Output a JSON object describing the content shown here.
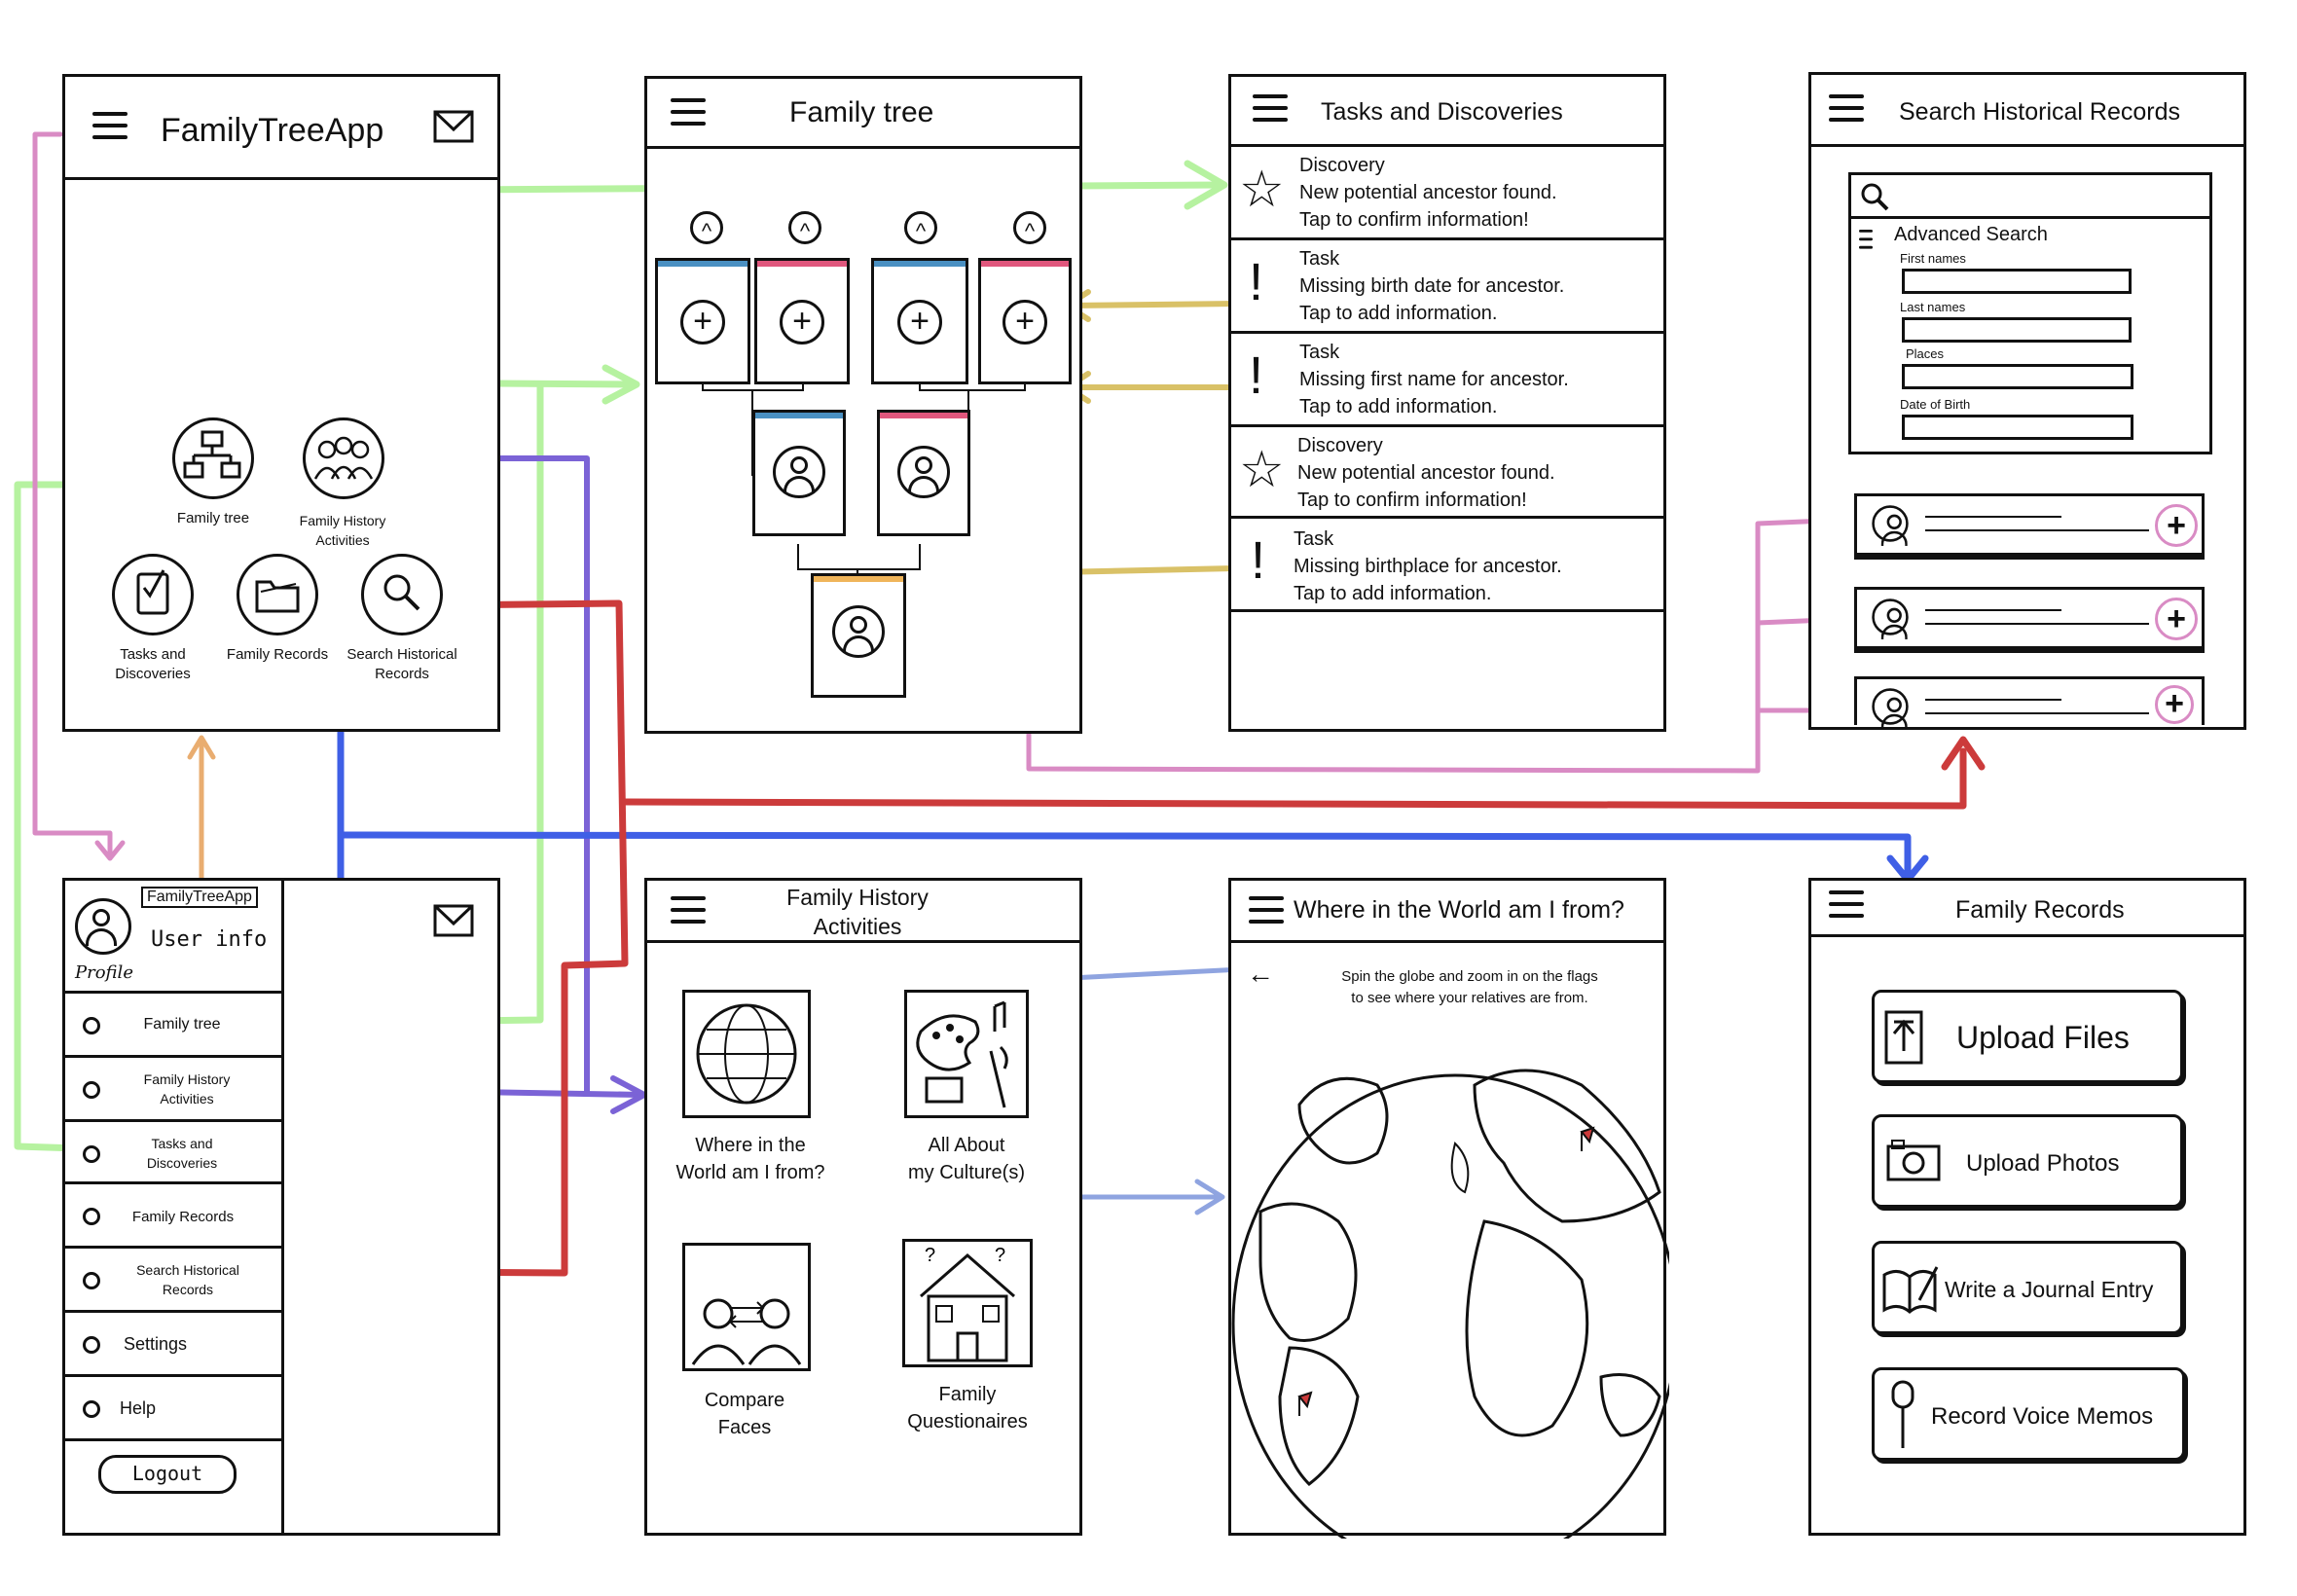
{
  "colors": {
    "green": "#b6f2a0",
    "purple": "#7b63d6",
    "blue": "#3f5fe6",
    "red": "#cc3b3b",
    "pink": "#d98bc4",
    "gold": "#d9c167",
    "orange": "#e9ad70",
    "lightblue": "#8fa4e0",
    "tile_pink": "#e0577d",
    "tile_blue": "#4a90c2",
    "tile_orange": "#f0b55a"
  },
  "home": {
    "title": "FamilyTreeApp",
    "icons": [
      {
        "label": "Family tree",
        "icon": "family-tree-icon"
      },
      {
        "label": "Family History\nActivities",
        "icon": "group-people-icon"
      },
      {
        "label": "Tasks and\nDiscoveries",
        "icon": "tasks-clipboard-icon"
      },
      {
        "label": "Family Records",
        "icon": "folder-icon"
      },
      {
        "label": "Search Historical\nRecords",
        "icon": "search-icon"
      }
    ]
  },
  "tree": {
    "title": "Family tree"
  },
  "tasks": {
    "title": "Tasks and Discoveries",
    "items": [
      {
        "kind": "Discovery",
        "line1": "New potential ancestor found.",
        "line2": "Tap to confirm information!",
        "icon": "star-icon"
      },
      {
        "kind": "Task",
        "line1": "Missing birth date for ancestor.",
        "line2": "Tap to add information.",
        "icon": "exclamation-icon"
      },
      {
        "kind": "Task",
        "line1": "Missing first name for ancestor.",
        "line2": "Tap to add information.",
        "icon": "exclamation-icon"
      },
      {
        "kind": "Discovery",
        "line1": "New potential ancestor found.",
        "line2": "Tap to confirm information!",
        "icon": "star-icon"
      },
      {
        "kind": "Task",
        "line1": "Missing birthplace for ancestor.",
        "line2": "Tap to add information.",
        "icon": "exclamation-icon"
      }
    ]
  },
  "search": {
    "title": "Search Historical Records",
    "advanced": "Advanced Search",
    "fields": [
      "First names",
      "Last names",
      "Places",
      "Date of Birth"
    ]
  },
  "menu": {
    "badge": "FamilyTreeApp",
    "user_info": "User info",
    "profile": "Profile",
    "items": [
      "Family tree",
      "Family History\nActivities",
      "Tasks and\nDiscoveries",
      "Family Records",
      "Search Historical\nRecords",
      "Settings",
      "Help"
    ],
    "logout": "Logout"
  },
  "activities": {
    "title": "Family History\nActivities",
    "tiles": [
      {
        "label": "Where in the\nWorld am I from?",
        "icon": "globe-icon"
      },
      {
        "label": "All About\nmy Culture(s)",
        "icon": "culture-palette-icon"
      },
      {
        "label": "Compare\nFaces",
        "icon": "compare-faces-icon"
      },
      {
        "label": "Family\nQuestionaires",
        "icon": "house-icon"
      }
    ]
  },
  "world": {
    "title": "Where in the World am I from?",
    "instructions": "Spin the globe and zoom in on the flags\nto see where your relatives are from."
  },
  "records": {
    "title": "Family Records",
    "buttons": [
      {
        "label": "Upload Files",
        "icon": "upload-file-icon"
      },
      {
        "label": "Upload Photos",
        "icon": "camera-icon"
      },
      {
        "label": "Write a Journal Entry",
        "icon": "journal-icon"
      },
      {
        "label": "Record Voice Memos",
        "icon": "microphone-icon"
      }
    ]
  }
}
